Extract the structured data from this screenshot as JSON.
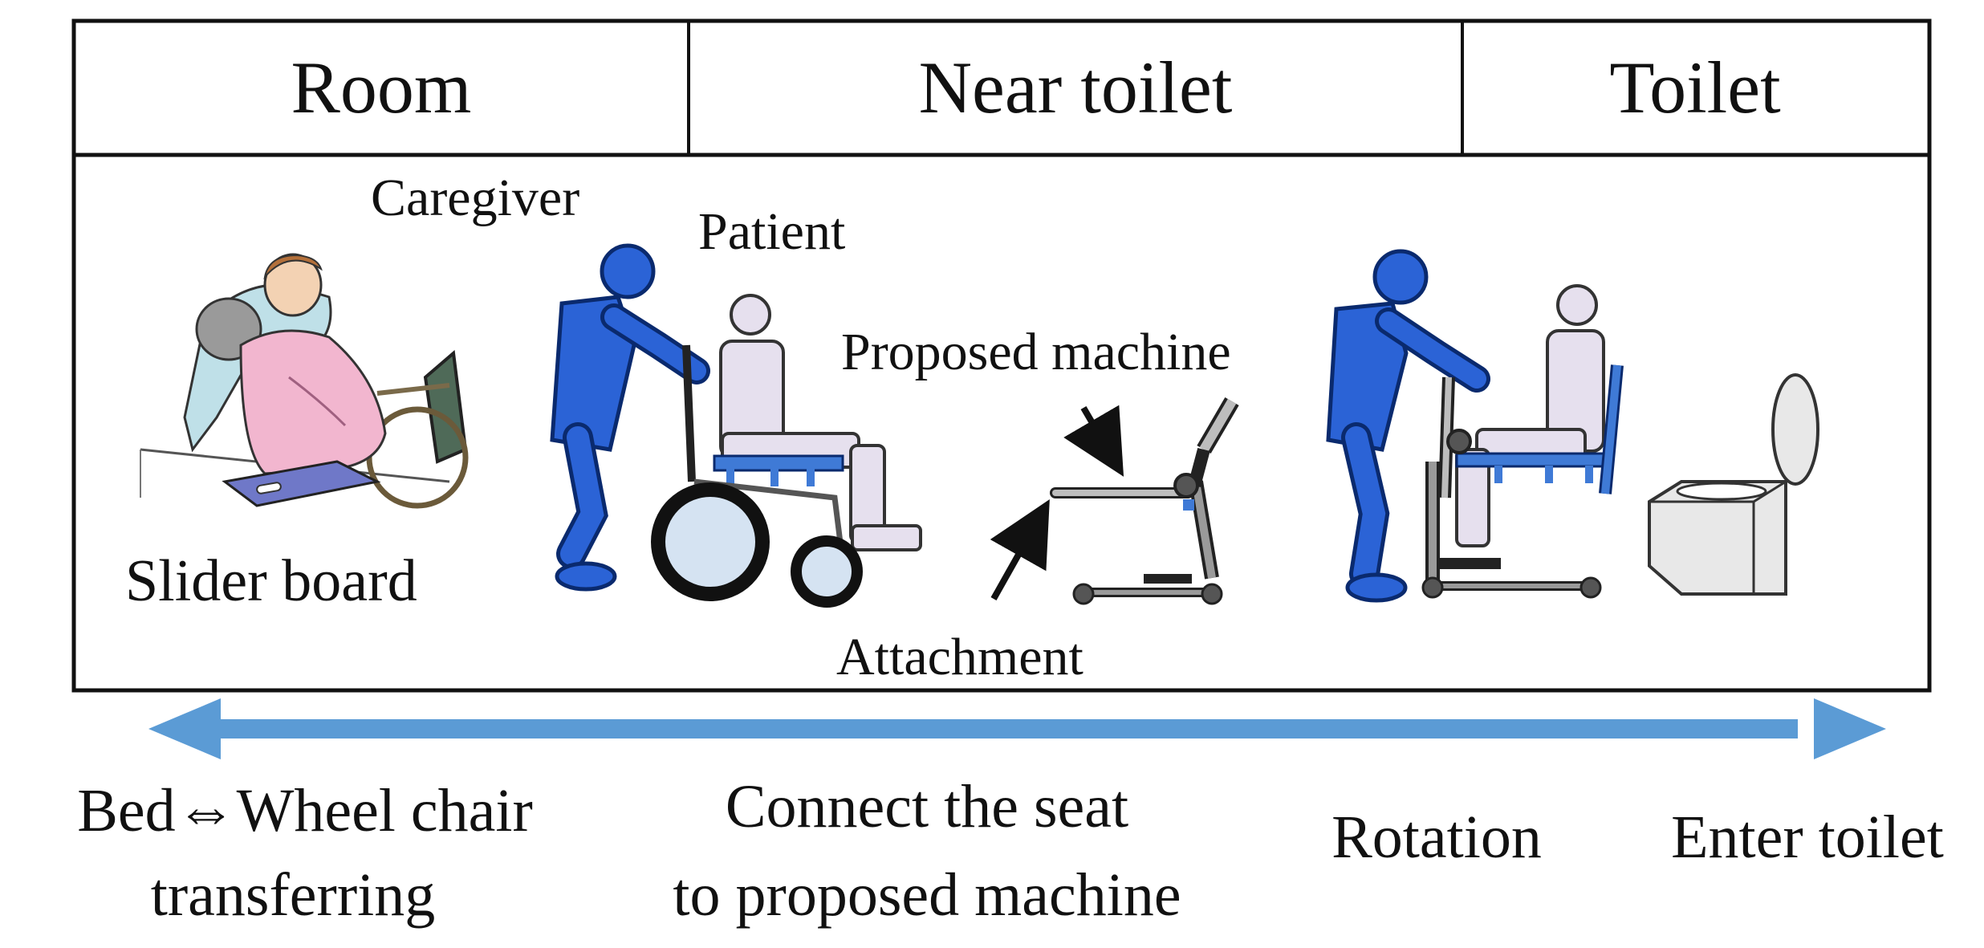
{
  "header": {
    "room": "Room",
    "near_toilet": "Near toilet",
    "toilet": "Toilet"
  },
  "labels": {
    "caregiver": "Caregiver",
    "patient": "Patient",
    "proposed_machine": "Proposed machine",
    "attachment": "Attachment",
    "slider_board": "Slider board"
  },
  "steps": {
    "step1_line1": "Bed⇔Wheel chair",
    "step1_line2": "transferring",
    "step2_line1": "Connect the seat",
    "step2_line2": "to proposed machine",
    "step3": "Rotation",
    "step4": "Enter toilet"
  },
  "colors": {
    "figure_blue": "#2b63d6",
    "figure_outline": "#0a2a6e",
    "arrow_blue": "#5b9bd5",
    "frame": "#111111",
    "seat_lavender": "#e6e0ee",
    "machine_grey": "#bdbdbd"
  }
}
